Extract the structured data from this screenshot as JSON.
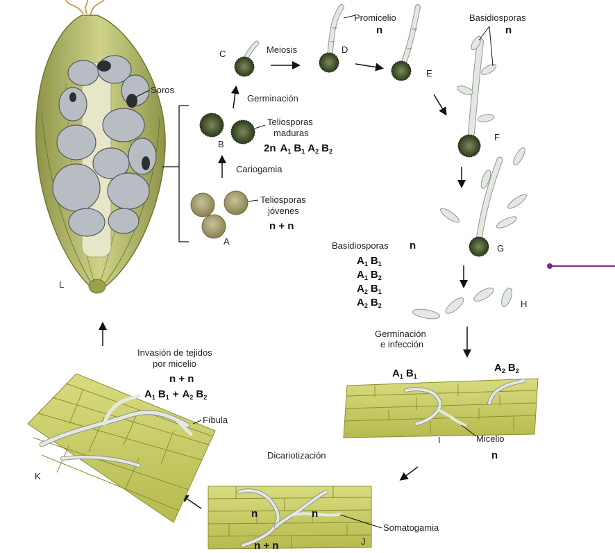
{
  "colors": {
    "spore_dark": "#3d4a2a",
    "spore_young": "#a8a070",
    "tissue": "#c8cc6a",
    "hypha": "#d8dcd6",
    "husk": "#b5ba6e",
    "smut": "#b8bdc4",
    "arrow": "#111111",
    "accent_line": "#7a2a8a"
  },
  "stages": {
    "A": "A",
    "B": "B",
    "C": "C",
    "D": "D",
    "E": "E",
    "F": "F",
    "G": "G",
    "H": "H",
    "I": "I",
    "J": "J",
    "K": "K",
    "L": "L"
  },
  "labels": {
    "soros": "Soros",
    "promicelio": "Promicelio",
    "promicelio_n": "n",
    "meiosis": "Meiosis",
    "germinacion": "Germinación",
    "teliosporas_maduras_1": "Teliosporas",
    "teliosporas_maduras_2": "maduras",
    "genotype_2n": "2n",
    "cariogamia": "Cariogamia",
    "teliosporas_jovenes_1": "Teliosporas",
    "teliosporas_jovenes_2": "jóvenes",
    "n_plus_n": "n + n",
    "basidiosporas_top": "Basidiosporas",
    "basidiosporas_top_n": "n",
    "basidiosporas_mid": "Basidiosporas",
    "basidiosporas_mid_n": "n",
    "germinacion_infeccion_1": "Germinación",
    "germinacion_infeccion_2": "e infección",
    "micelio": "Micelio",
    "micelio_n": "n",
    "dicariotizacion": "Dicariotización",
    "somatogamia": "Somatogamia",
    "invasion_1": "Invasión de tejidos",
    "invasion_2": "por micelio",
    "invasion_nn": "n + n",
    "fibula": "Fíbula",
    "j_n_left": "n",
    "j_n_right": "n",
    "j_nn": "n + n"
  },
  "genotypes": {
    "A": "A",
    "B": "B",
    "s1": "1",
    "s2": "2",
    "plus": "+"
  }
}
